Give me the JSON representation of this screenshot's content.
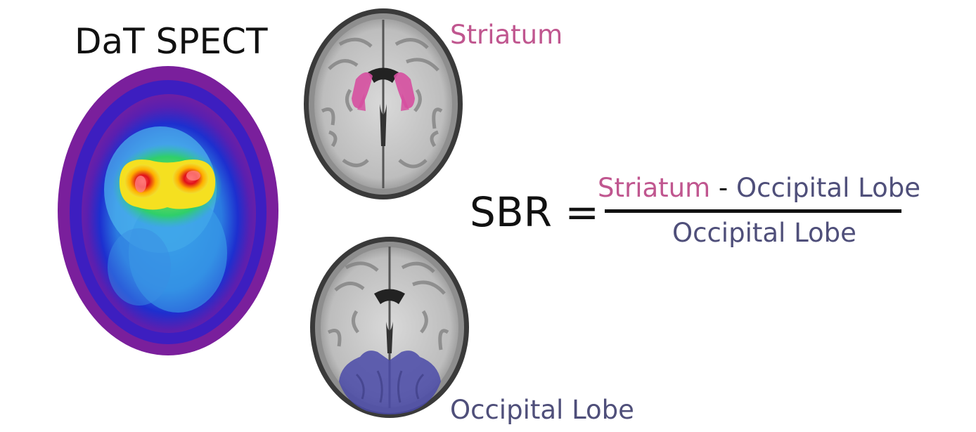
{
  "figure": {
    "spect_title": "DaT SPECT",
    "striatum_label": "Striatum",
    "occipital_label": "Occipital Lobe",
    "formula": {
      "lhs": "SBR =",
      "numerator_left": "Striatum",
      "numerator_op": " - ",
      "numerator_right": "Occipital Lobe",
      "denominator": "Occipital Lobe"
    }
  },
  "colors": {
    "striatum": "#c0568f",
    "occipital": "#4f4f7a",
    "striatum_overlay": "#d64fa0",
    "occipital_overlay": "#4a4aa8"
  }
}
